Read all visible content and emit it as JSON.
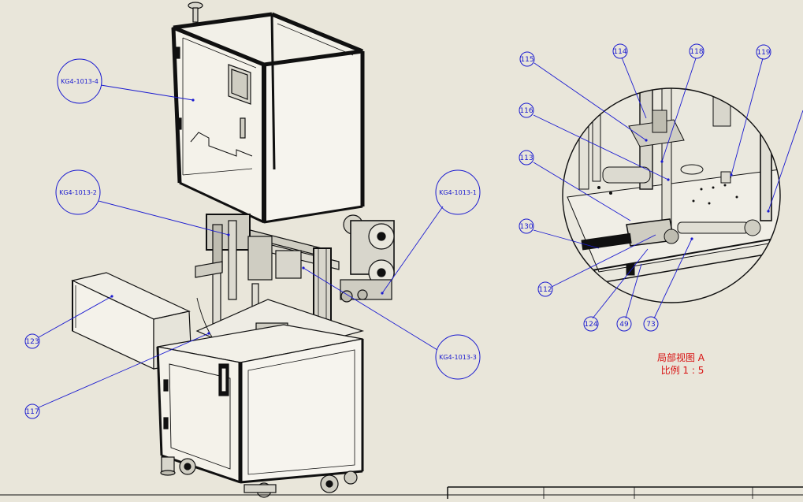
{
  "drawing": {
    "background": "#e9e6da",
    "line_color": "#101010",
    "callout_color": "#1a1ad0",
    "note_color": "#d81010",
    "assembly_callouts": [
      "KG4-1013-4",
      "KG4-1013-2",
      "KG4-1013-1",
      "KG4-1013-3"
    ],
    "part_balloons_main": [
      "123",
      "117"
    ],
    "detail_balloons": [
      "115",
      "114",
      "118",
      "119",
      "116",
      "113",
      "130",
      "112",
      "124",
      "49",
      "73"
    ],
    "detail_view": {
      "title": "局部视图 A",
      "scale": "比例 1 : 5"
    }
  }
}
